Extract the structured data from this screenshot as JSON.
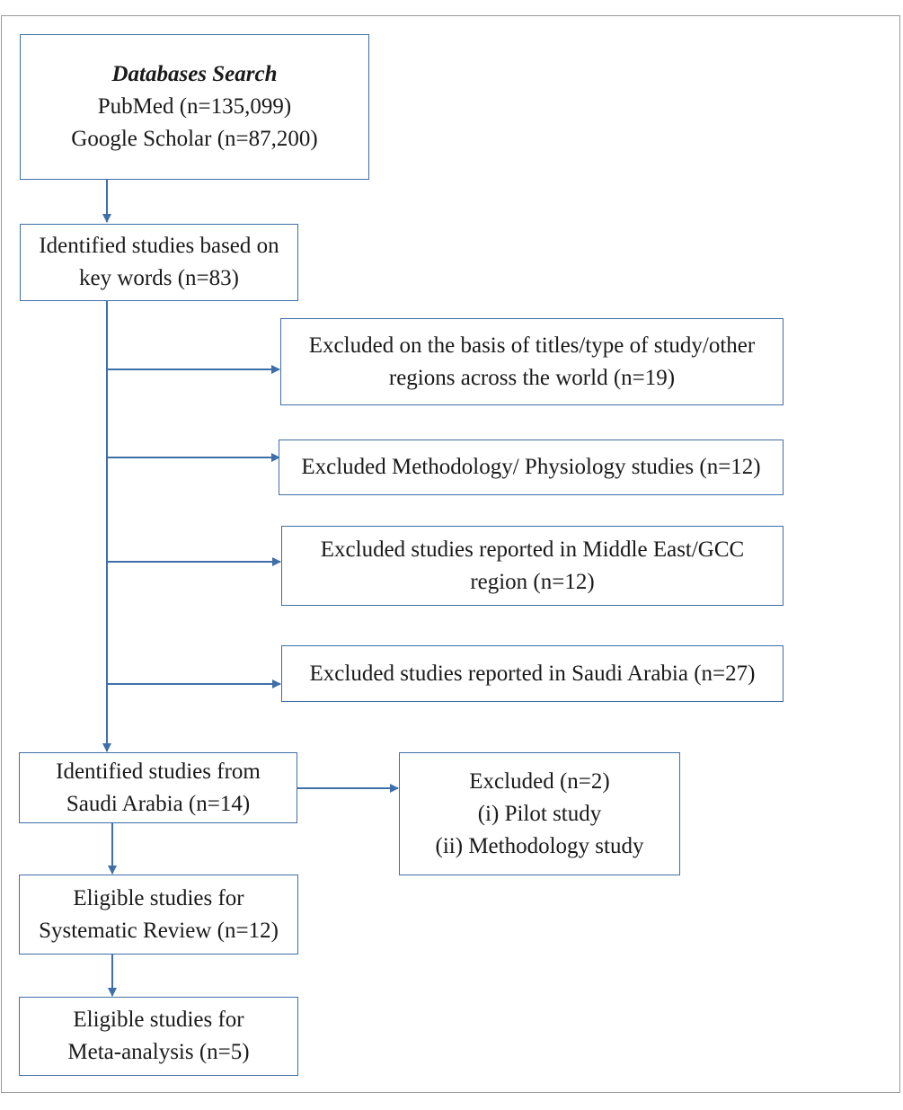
{
  "flow": {
    "databases": {
      "title": "Databases Search",
      "line1": "PubMed (n=135,099)",
      "line2": "Google Scholar (n=87,200)"
    },
    "identified": {
      "line1": "Identified studies based on",
      "line2": "key words (n=83)"
    },
    "excluded_titles": {
      "line1": "Excluded on the basis of titles/type of study/other",
      "line2": "regions across the world (n=19)"
    },
    "excluded_methodology": {
      "line1": "Excluded Methodology/ Physiology studies (n=12)"
    },
    "excluded_middle_east": {
      "line1": "Excluded studies reported in Middle East/GCC",
      "line2": "region (n=12)"
    },
    "excluded_saudi": {
      "line1": "Excluded studies reported in Saudi Arabia (n=27)"
    },
    "saudi": {
      "line1": "Identified studies from",
      "line2": "Saudi Arabia (n=14)"
    },
    "excluded_two": {
      "line1": "Excluded (n=2)",
      "line2": "(i) Pilot study",
      "line3": "(ii) Methodology study"
    },
    "systematic": {
      "line1": "Eligible studies for",
      "line2": "Systematic Review (n=12)"
    },
    "meta": {
      "line1": "Eligible studies for",
      "line2": "Meta-analysis (n=5)"
    }
  },
  "colors": {
    "connector": "#3f6fa8",
    "frame": "#9a9a9a"
  }
}
